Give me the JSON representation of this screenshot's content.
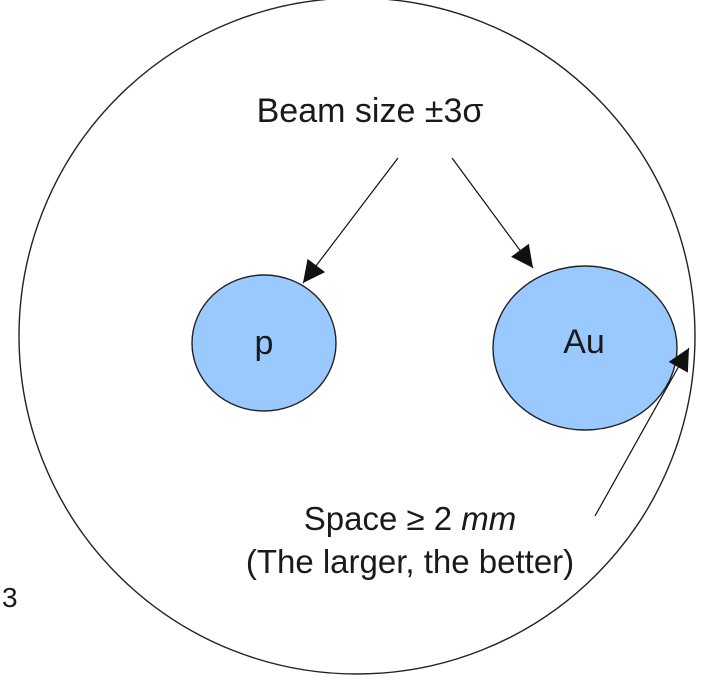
{
  "diagram": {
    "beam_title": "Beam size ±3σ",
    "proton_label": "p",
    "gold_label": "Au",
    "space_prefix": "Space ≥ 2 ",
    "space_unit": "mm",
    "space_note": "(The larger, the better)",
    "edge_fragment": "3"
  },
  "colors": {
    "beam_fill": "#99c9ff",
    "outline": "#222222",
    "background": "#ffffff"
  }
}
